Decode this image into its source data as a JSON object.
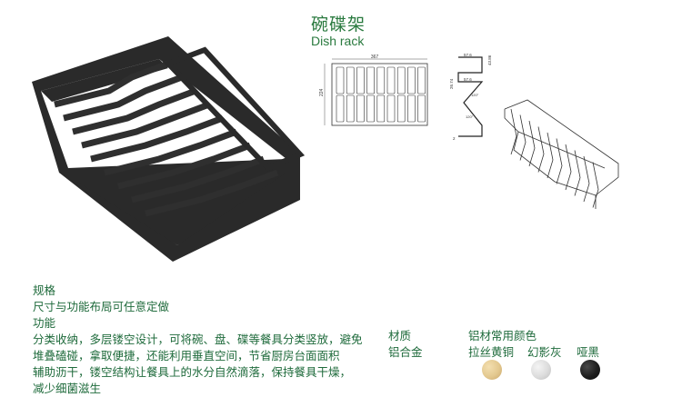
{
  "title": {
    "cn": "碗碟架",
    "en": "Dish rack"
  },
  "drawing": {
    "dimensions": [
      "367",
      "224",
      "57.6",
      "43.86",
      "26.74",
      "57.6",
      "120°",
      "120°",
      "2"
    ]
  },
  "spec": {
    "heading": "规格",
    "text": "尺寸与功能布局可任意定做",
    "function_heading": "功能",
    "function_lines": [
      "分类收纳，多层镂空设计，可将碗、盘、碟等餐具分类竖放，避免",
      "堆叠磕碰，拿取便捷，还能利用垂直空间，节省厨房台面面积",
      "辅助沥干，镂空结构让餐具上的水分自然滴落，保持餐具干燥，",
      "减少细菌滋生"
    ]
  },
  "material": {
    "label": "材质",
    "value": "铝合金"
  },
  "colors": {
    "label": "铝材常用颜色",
    "options": [
      {
        "name": "拉丝黄铜",
        "color": "#e3c88f"
      },
      {
        "name": "幻影灰",
        "color": "#dcdcdc"
      },
      {
        "name": "哑黑",
        "color": "#1e1e1e"
      }
    ]
  }
}
